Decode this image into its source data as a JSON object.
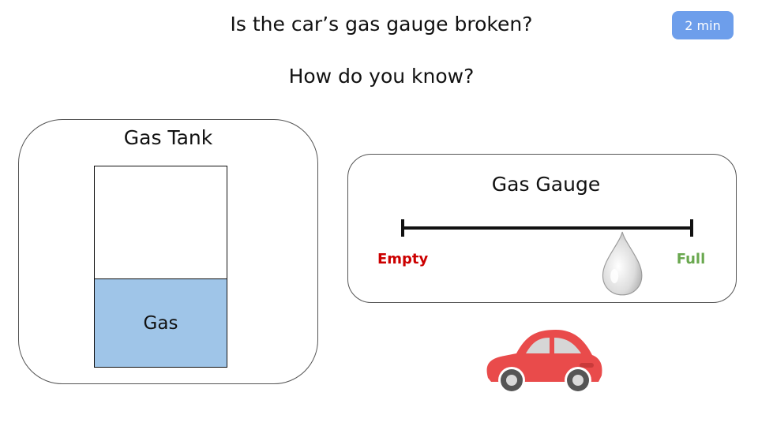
{
  "question": "Is the car’s gas gauge broken?",
  "subquestion": "How do you know?",
  "timer": {
    "label": "2 min",
    "color": "#6d9eeb"
  },
  "tank": {
    "title": "Gas Tank",
    "fill_label": "Gas",
    "fill_level": 0.44,
    "fill_color": "#9fc5e8"
  },
  "gauge": {
    "title": "Gas Gauge",
    "empty_label": "Empty",
    "full_label": "Full",
    "empty_color": "#cc0000",
    "full_color": "#6aa84f",
    "needle_level": 0.76,
    "needle_icon": "droplet-icon"
  },
  "car": {
    "icon": "car-icon",
    "color": "#e94b4b"
  }
}
